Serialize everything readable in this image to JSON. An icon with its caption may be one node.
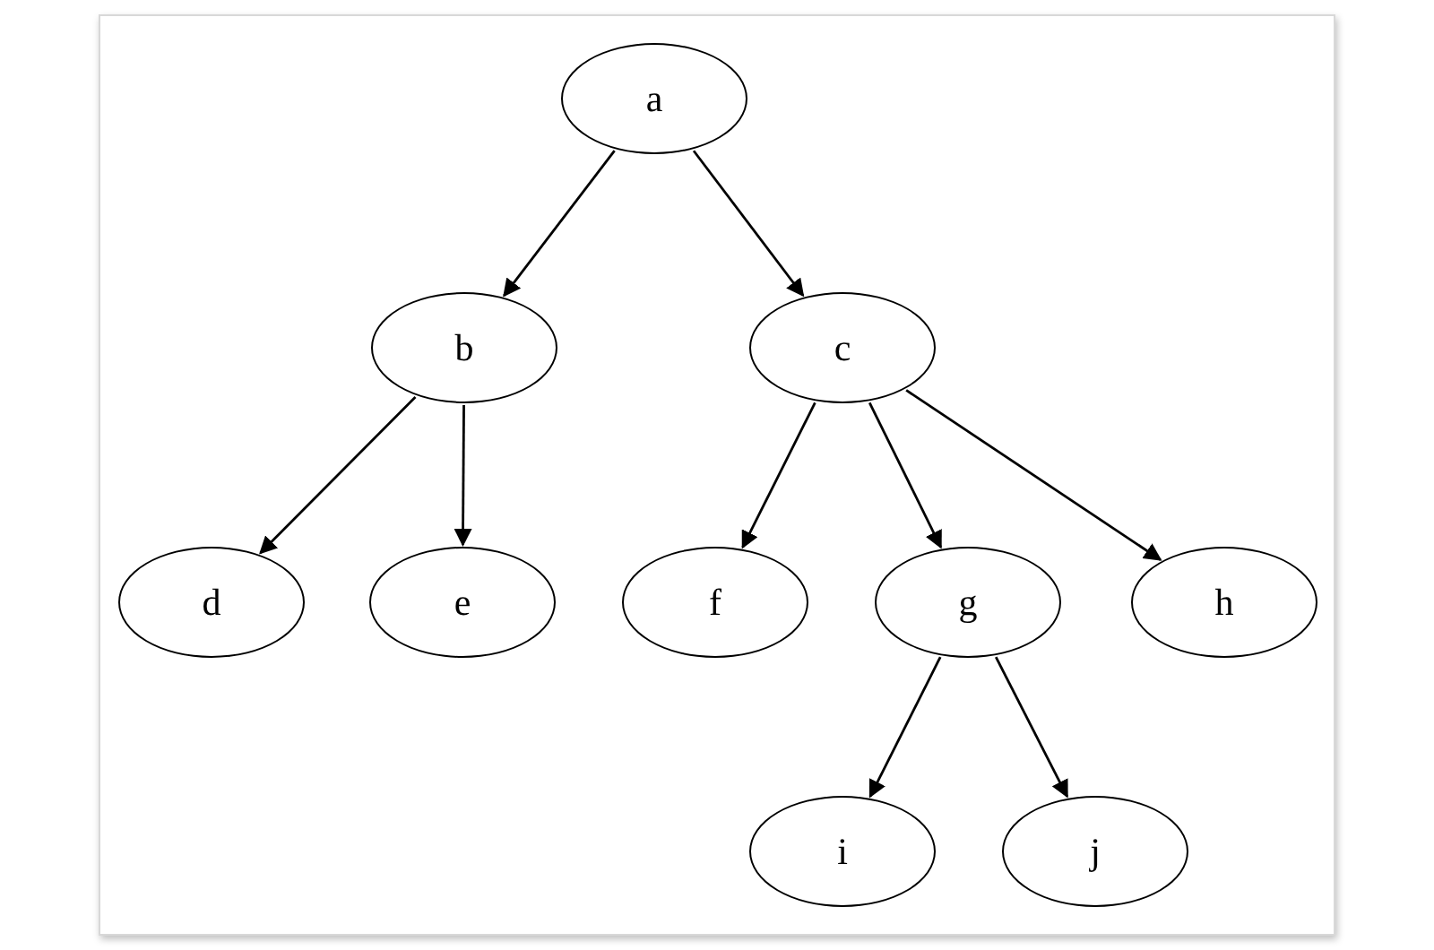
{
  "diagram": {
    "nodes": [
      {
        "text": [
          "a"
        ]
      },
      {
        "text": [
          "b"
        ]
      },
      {
        "text": [
          "c"
        ]
      },
      {
        "text": [
          "d"
        ]
      },
      {
        "text": [
          "e"
        ]
      },
      {
        "text": [
          "f"
        ]
      },
      {
        "text": [
          "g"
        ]
      },
      {
        "text": [
          "h"
        ]
      },
      {
        "text": [
          "i"
        ]
      },
      {
        "text": [
          "j"
        ]
      }
    ],
    "edges": [
      {
        "from": 0,
        "to": 1,
        "arrow": "to"
      },
      {
        "from": 0,
        "to": 2,
        "arrow": "to"
      },
      {
        "from": 1,
        "to": 3,
        "arrow": "to"
      },
      {
        "from": 1,
        "to": 4,
        "arrow": "to"
      },
      {
        "from": 2,
        "to": 5,
        "arrow": "to"
      },
      {
        "from": 2,
        "to": 6,
        "arrow": "to"
      },
      {
        "from": 2,
        "to": 7,
        "arrow": "to"
      },
      {
        "from": 6,
        "to": 8,
        "arrow": "to"
      },
      {
        "from": 6,
        "to": 9,
        "arrow": "to"
      }
    ]
  }
}
